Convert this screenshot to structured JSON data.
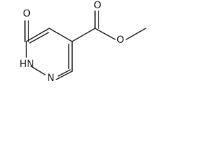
{
  "molecule": {
    "atoms": {
      "carbonyl_o_left": "O",
      "nh": "HN",
      "n_ring": "N",
      "carbonyl_o_right": "O",
      "ester_o": "O"
    },
    "colors": {
      "bond": "#1a1a1a",
      "background": "#ffffff"
    }
  }
}
